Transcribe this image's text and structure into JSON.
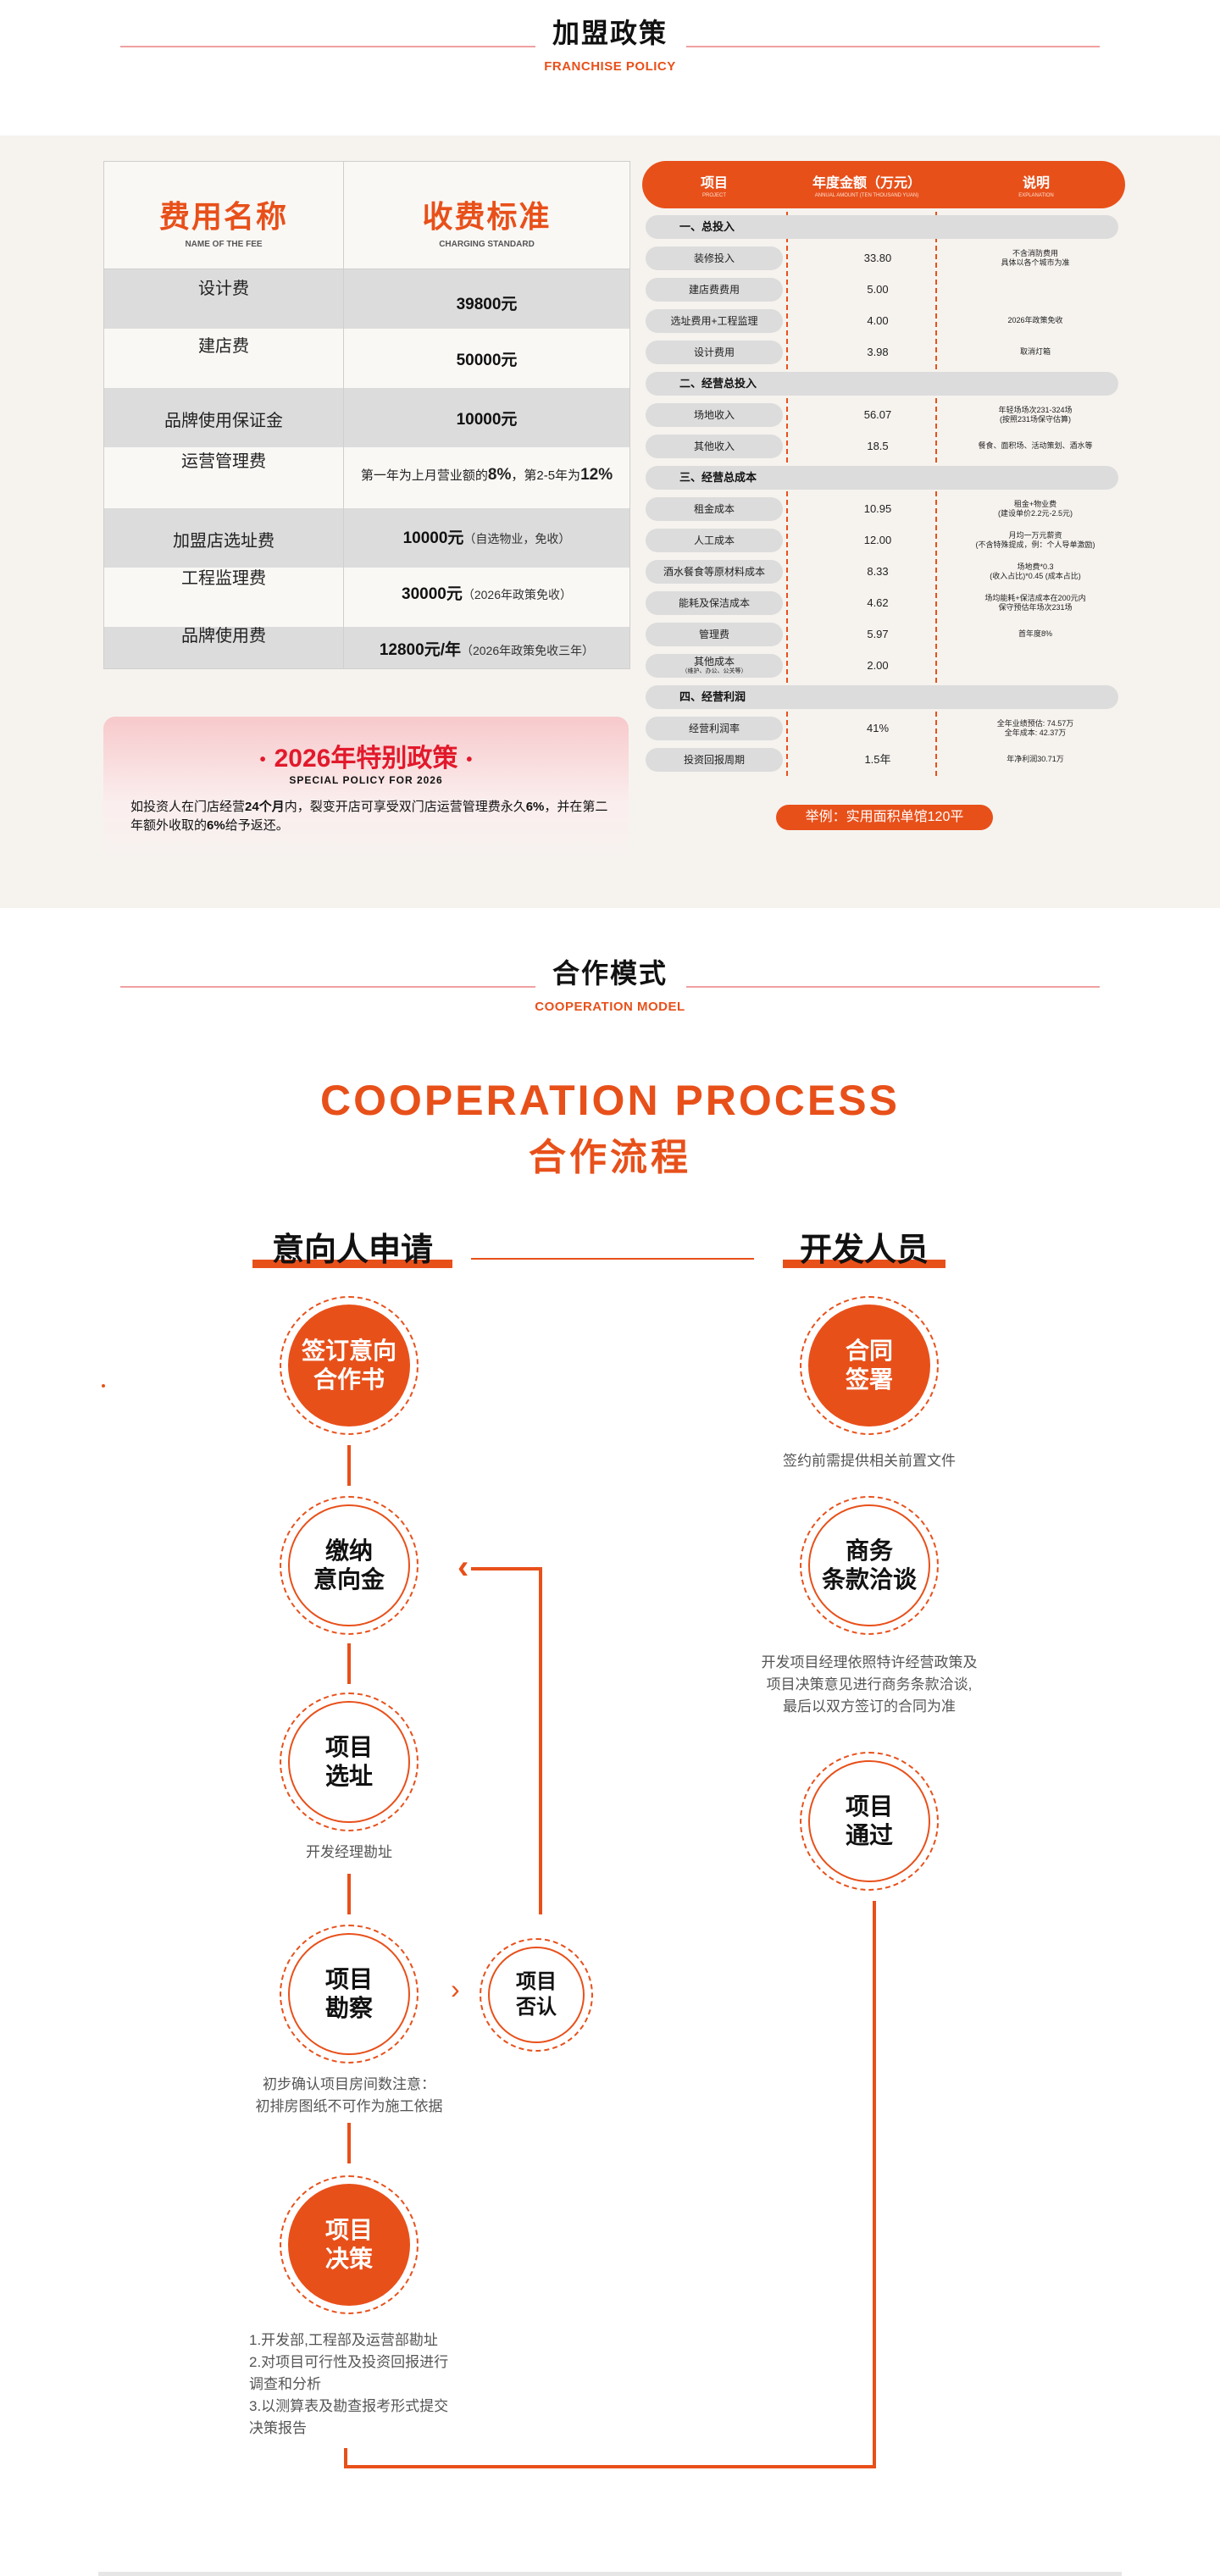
{
  "franchise_header": {
    "title": "加盟政策",
    "subtitle": "FRANCHISE POLICY"
  },
  "fee_table": {
    "header_name_cn": "费用名称",
    "header_name_en": "NAME OF THE FEE",
    "header_std_cn": "收费标准",
    "header_std_en": "CHARGING STANDARD",
    "rows": [
      {
        "name": "设计费",
        "price": "39800元",
        "note": ""
      },
      {
        "name": "建店费",
        "price": "50000元",
        "note": ""
      },
      {
        "name": "品牌使用保证金",
        "price": "10000元",
        "note": ""
      },
      {
        "name": "运营管理费",
        "desc_a": "第一年为上月营业额的",
        "desc_b": "8%",
        "desc_c": "，第2-5年为",
        "desc_d": "12%"
      },
      {
        "name": "加盟店选址费",
        "price": "10000元",
        "note": "（自选物业，免收）"
      },
      {
        "name": "工程监理费",
        "price": "30000元",
        "note": "（2026年政策免收）"
      },
      {
        "name": "品牌使用费",
        "price": "12800元/年",
        "note": "（2026年政策免收三年）"
      }
    ]
  },
  "special_policy": {
    "dot": "•",
    "title": "2026年特别政策",
    "subtitle": "SPECIAL POLICY FOR 2026",
    "p1": "如投资人在门店经营",
    "p2": "24个月",
    "p3": "内，裂变开店可享受双门店运营管理费永久",
    "p4": "6%",
    "p5": "，并在第二年额外收取的",
    "p6": "6%",
    "p7": "给予返还。"
  },
  "invest_table": {
    "col1": "项目",
    "col1_en": "PROJECT",
    "col2": "年度金额（万元）",
    "col2_en": "ANNUAL AMOUNT (TEN THOUSAND YUAN)",
    "col3": "说明",
    "col3_en": "EXPLANATION",
    "sections": [
      {
        "title": "一、总投入"
      },
      {
        "title": "二、经营总投入"
      },
      {
        "title": "三、经营总成本"
      },
      {
        "title": "四、经营利润"
      }
    ],
    "rows": [
      {
        "item": "装修投入",
        "amount": "33.80",
        "note": "不含消防费用\n具体以各个城市为准"
      },
      {
        "item": "建店费费用",
        "amount": "5.00",
        "note": ""
      },
      {
        "item": "选址费用+工程监理",
        "amount": "4.00",
        "note": "2026年政策免收"
      },
      {
        "item": "设计费用",
        "amount": "3.98",
        "note": "取消灯箱"
      },
      {
        "item": "场地收入",
        "amount": "56.07",
        "note": "年轻场场次231-324场\n(按照231场保守估算)"
      },
      {
        "item": "其他收入",
        "amount": "18.5",
        "note": "餐食、面积场、活动策划、酒水等"
      },
      {
        "item": "租金成本",
        "amount": "10.95",
        "note": "租金+物业费\n(建设单价2.2元-2.5元)"
      },
      {
        "item": "人工成本",
        "amount": "12.00",
        "note": "月均一万元薪资\n(不含特殊提成，例：个人导单激励)"
      },
      {
        "item": "酒水餐食等原材料成本",
        "amount": "8.33",
        "note": "场地费*0.3\n(收入占比)*0.45 (成本占比)"
      },
      {
        "item": "能耗及保洁成本",
        "amount": "4.62",
        "note": "场均能耗+保洁成本在200元内\n保守预估年场次231场"
      },
      {
        "item": "管理费",
        "amount": "5.97",
        "note": "首年度8%"
      },
      {
        "item": "其他成本",
        "item_sub": "（维护、办公、公关等）",
        "amount": "2.00",
        "note": ""
      },
      {
        "item": "经营利润率",
        "amount": "41%",
        "note": "全年业绩预估: 74.57万\n全年成本: 42.37万"
      },
      {
        "item": "投资回报周期",
        "amount": "1.5年",
        "note": "年净利润30.71万"
      }
    ],
    "example": "举例：实用面积单馆120平"
  },
  "coop_header": {
    "title": "合作模式",
    "subtitle": "COOPERATION MODEL"
  },
  "process": {
    "title_en": "COOPERATION PROCESS",
    "title_cn": "合作流程",
    "left_head": "意向人申请",
    "right_head": "开发人员",
    "steps": {
      "sign_intent": "签订意向\n合作书",
      "pay_deposit": "缴纳\n意向金",
      "site_select": "项目\n选址",
      "survey": "项目\n勘察",
      "reject": "项目\n否认",
      "decision": "项目\n决策",
      "contract": "合同\n签署",
      "negotiate": "商务\n条款洽谈",
      "approve": "项目\n通过"
    },
    "captions": {
      "site_select": "开发经理勘址",
      "survey": "初步确认项目房间数注意：\n初排房图纸不可作为施工依据",
      "decision": "1.开发部,工程部及运营部勘址\n2.对项目可行性及投资回报进行\n调查和分析\n3.以测算表及勘查报考形式提交\n决策报告",
      "contract": "签约前需提供相关前置文件",
      "negotiate": "开发项目经理依照特许经营政策及\n项目决策意见进行商务条款洽谈,\n最后以双方签订的合同为准"
    },
    "arrow_up": "‹",
    "chevron": "›"
  },
  "colors": {
    "accent": "#e8501a",
    "red": "#e2192b",
    "band": "#f6f3ef"
  }
}
